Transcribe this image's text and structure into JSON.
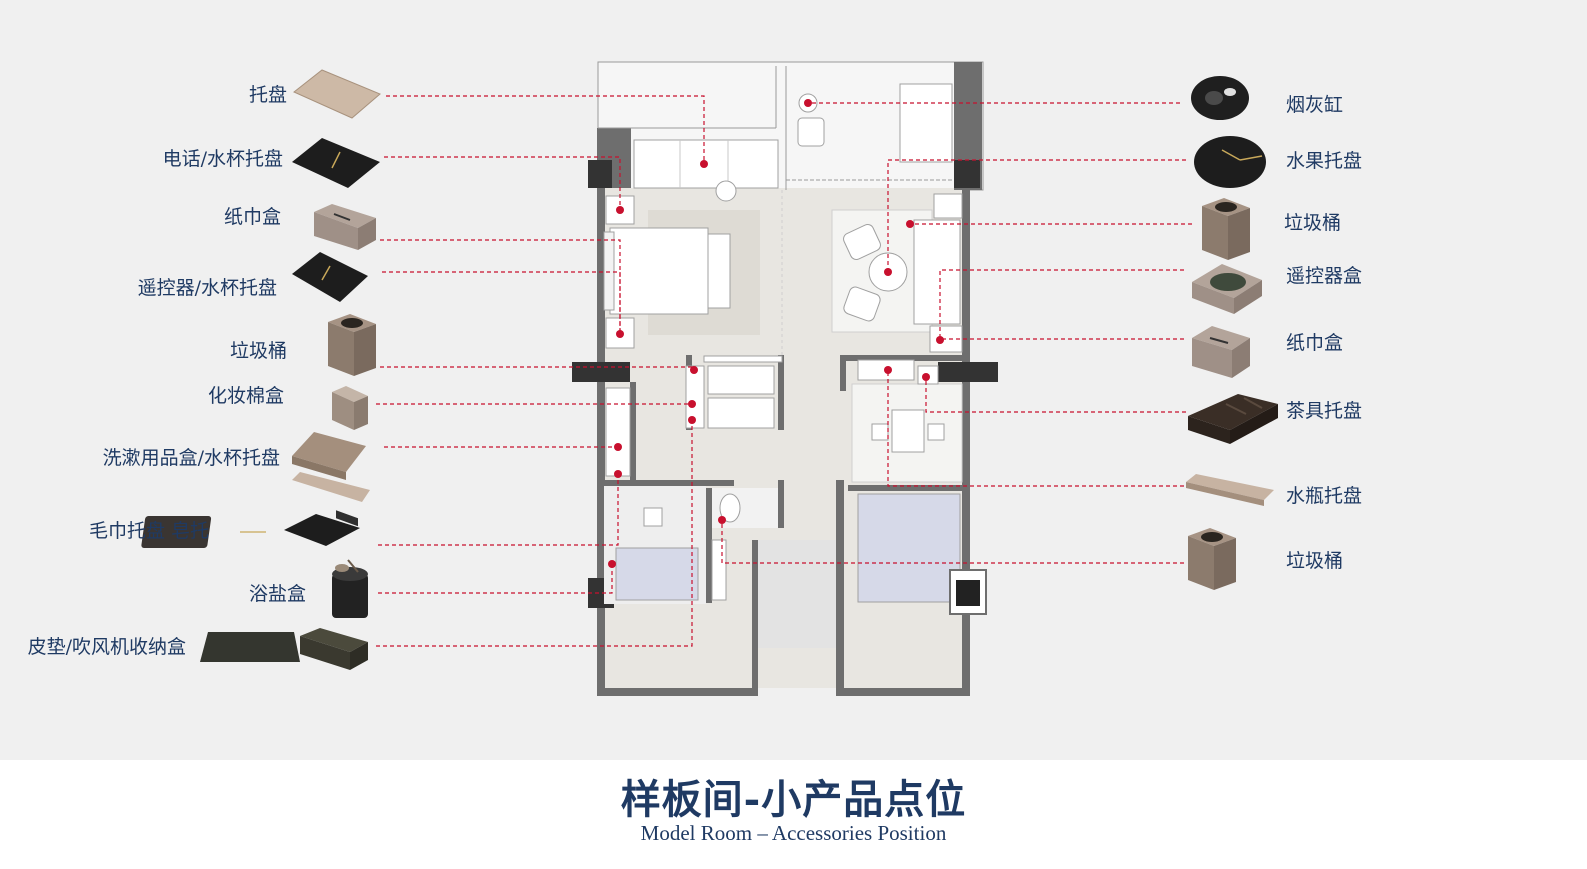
{
  "title": "样板间-小产品点位",
  "subtitle": "Model Room – Accessories Position",
  "colors": {
    "label": "#1f3a63",
    "leader": "#c8102e",
    "wall": "#6e6e6e",
    "floor": "#e8e6e1"
  },
  "left_items": [
    {
      "label": "托盘",
      "icon": "wood-tray-icon"
    },
    {
      "label": "电话/水杯托盘",
      "icon": "black-tray-icon"
    },
    {
      "label": "纸巾盒",
      "icon": "tissue-box-icon"
    },
    {
      "label": "遥控器/水杯托盘",
      "icon": "black-tray-icon"
    },
    {
      "label": "垃圾桶",
      "icon": "waste-bin-icon"
    },
    {
      "label": "化妆棉盒",
      "icon": "cotton-box-icon"
    },
    {
      "label": "洗漱用品盒/水杯托盘",
      "icon": "toiletry-box-icon"
    },
    {
      "label": "毛巾托盘 皂托",
      "icon": "towel-tray-icon"
    },
    {
      "label": "浴盐盒",
      "icon": "bath-salt-jar-icon"
    },
    {
      "label": "皮垫/吹风机收纳盒",
      "icon": "leather-mat-icon"
    }
  ],
  "right_items": [
    {
      "label": "烟灰缸",
      "icon": "ashtray-icon"
    },
    {
      "label": "水果托盘",
      "icon": "fruit-tray-icon"
    },
    {
      "label": "垃圾桶",
      "icon": "waste-bin-icon"
    },
    {
      "label": "遥控器盒",
      "icon": "remote-box-icon"
    },
    {
      "label": "纸巾盒",
      "icon": "tissue-box-icon"
    },
    {
      "label": "茶具托盘",
      "icon": "tea-tray-icon"
    },
    {
      "label": "水瓶托盘",
      "icon": "bottle-tray-icon"
    },
    {
      "label": "垃圾桶",
      "icon": "waste-bin-icon"
    }
  ]
}
